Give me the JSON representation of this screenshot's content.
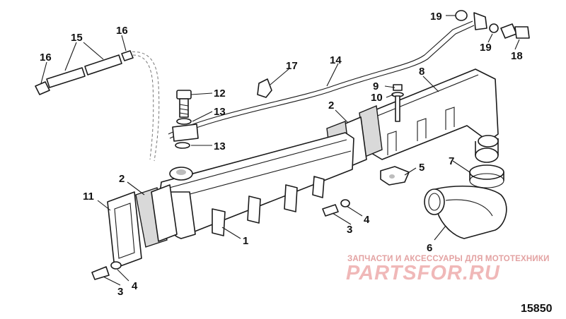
{
  "callouts": {
    "c1": "1",
    "c2a": "2",
    "c2b": "2",
    "c3a": "3",
    "c3b": "3",
    "c4a": "4",
    "c4b": "4",
    "c5": "5",
    "c6": "6",
    "c7": "7",
    "c8": "8",
    "c9": "9",
    "c10": "10",
    "c11": "11",
    "c12": "12",
    "c13a": "13",
    "c13b": "13",
    "c14": "14",
    "c15": "15",
    "c16a": "16",
    "c16b": "16",
    "c17": "17",
    "c18": "18",
    "c19a": "19",
    "c19b": "19"
  },
  "watermark": {
    "subtitle": "ЗАПЧАСТИ И АКСЕССУАРЫ ДЛЯ МОТОТЕХНИКИ",
    "logo": "PARTSFOR.RU"
  },
  "figure_number": "15850"
}
